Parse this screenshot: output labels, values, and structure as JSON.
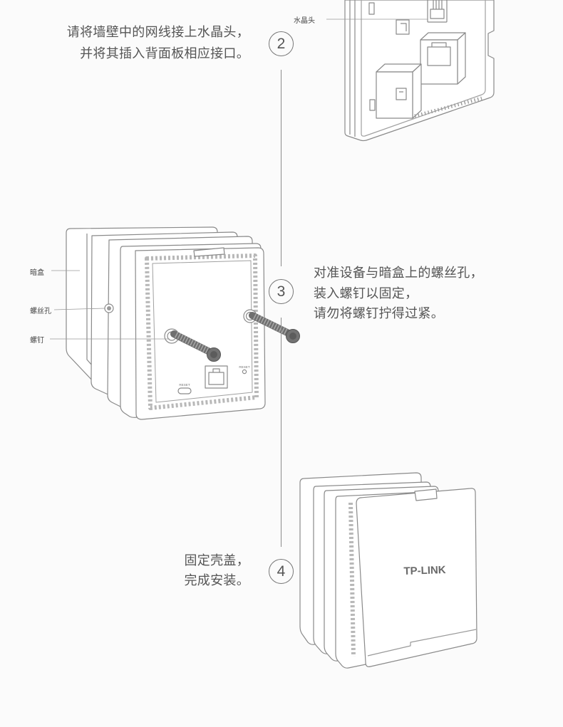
{
  "step2": {
    "number": "2",
    "line1": "请将墙壁中的网线接上水晶头，",
    "line2": "并将其插入背面板相应接口。",
    "callout_plug": "水晶头"
  },
  "step3": {
    "number": "3",
    "line1": "对准设备与暗盒上的螺丝孔，",
    "line2": "装入螺钉以固定，",
    "line3": "请勿将螺钉拧得过紧。",
    "callout_box": "暗盒",
    "callout_hole": "螺丝孔",
    "callout_screw": "螺钉",
    "panel_label_left": "RESET",
    "panel_label_right": "RESET"
  },
  "step4": {
    "number": "4",
    "line1": "固定壳盖，",
    "line2": "完成安装。",
    "logo_text": "TP-LINK"
  },
  "colors": {
    "text": "#555555",
    "outline": "#8a8a8a",
    "screw": "#6f6f6f",
    "background": "#fbfbfb"
  }
}
